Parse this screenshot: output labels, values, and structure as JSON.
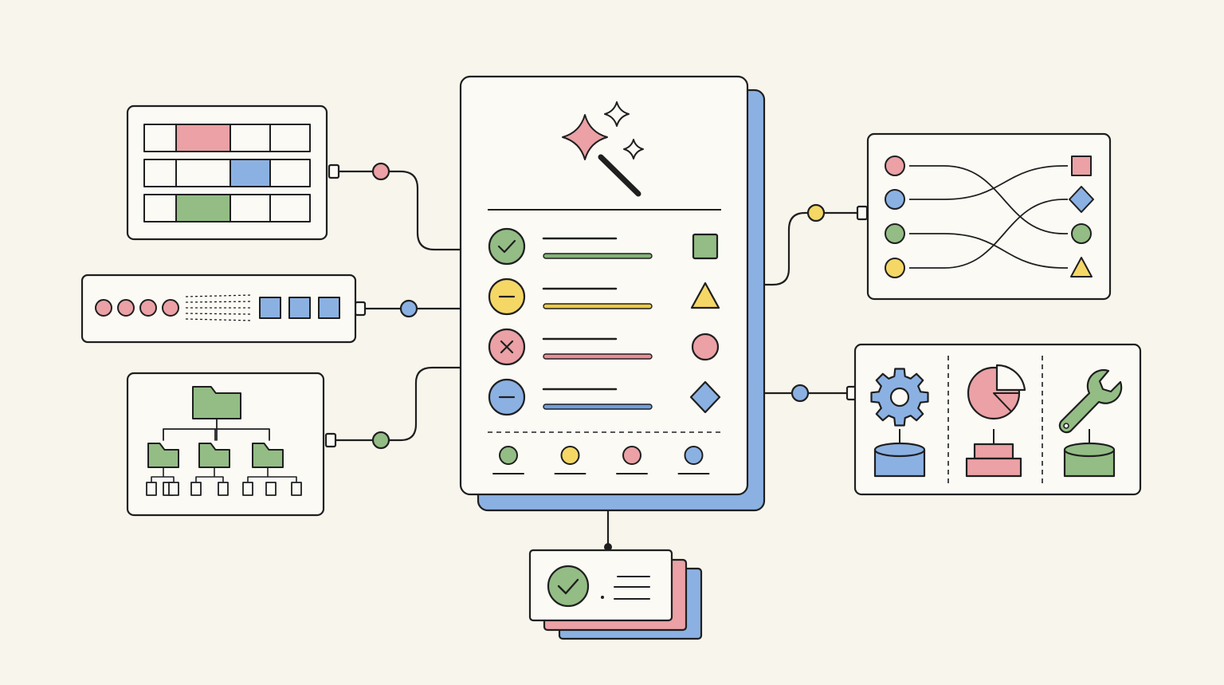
{
  "colors": {
    "background": "#f8f5ec",
    "ink": "#1f1f1f",
    "panel_fill": "#fbfaf5",
    "red": "#eba1a5",
    "green": "#93bd85",
    "blue": "#8bb1e3",
    "yellow": "#f5d766",
    "red_line": "#e98d93",
    "green_line": "#85b278",
    "blue_line": "#6f9fdc",
    "yellow_line": "#eccb45"
  },
  "icons": {
    "header": "magic-wand-sparkles-icon",
    "status_rows": [
      "check-icon",
      "minus-icon",
      "x-icon",
      "minus-icon"
    ],
    "shapes": [
      "square-icon",
      "triangle-icon",
      "circle-icon",
      "diamond-icon"
    ],
    "tools": [
      "gear-icon",
      "pie-chart-icon",
      "wrench-icon"
    ]
  },
  "central_panel": {
    "rows": [
      {
        "status": "check",
        "color": "green"
      },
      {
        "status": "minus",
        "color": "yellow"
      },
      {
        "status": "x",
        "color": "red"
      },
      {
        "status": "minus",
        "color": "blue"
      }
    ],
    "footer_dots": [
      "green",
      "yellow",
      "red",
      "blue"
    ]
  },
  "grid_panel": {
    "rows": 3,
    "columns": 4,
    "highlights": [
      {
        "row": 0,
        "col": 1,
        "color": "red"
      },
      {
        "row": 1,
        "col": 2,
        "color": "blue"
      },
      {
        "row": 2,
        "col": 1,
        "color": "green"
      }
    ]
  },
  "pipeline_panel": {
    "inputs": 4,
    "outputs": 3
  },
  "tree_panel": {
    "folders": 3,
    "leaves_per_folder": [
      3,
      2,
      3
    ]
  },
  "mapping_panel": {
    "left": [
      "red",
      "blue",
      "green",
      "yellow"
    ],
    "right": [
      {
        "shape": "square",
        "color": "red"
      },
      {
        "shape": "diamond",
        "color": "blue"
      },
      {
        "shape": "circle",
        "color": "green"
      },
      {
        "shape": "triangle",
        "color": "yellow"
      }
    ],
    "links": [
      [
        0,
        2
      ],
      [
        1,
        0
      ],
      [
        2,
        3
      ],
      [
        3,
        1
      ]
    ]
  },
  "tools_panel": {
    "tools": [
      {
        "icon": "gear",
        "color": "blue",
        "base": "cylinder"
      },
      {
        "icon": "pie",
        "color": "red",
        "base": "stack"
      },
      {
        "icon": "wrench",
        "color": "green",
        "base": "cylinder"
      }
    ]
  },
  "connectors": [
    {
      "from": "grid-panel",
      "to": "central-panel",
      "color": "red"
    },
    {
      "from": "pipeline-panel",
      "to": "central-panel",
      "color": "blue"
    },
    {
      "from": "tree-panel",
      "to": "central-panel",
      "color": "green"
    },
    {
      "from": "central-panel",
      "to": "mapping-panel",
      "color": "yellow"
    },
    {
      "from": "central-panel",
      "to": "tools-panel",
      "color": "blue"
    },
    {
      "from": "central-panel",
      "to": "result-cards",
      "color": "ink"
    }
  ],
  "result_stack": {
    "cards": [
      "blue",
      "red",
      "white"
    ],
    "status": "check",
    "color": "green"
  }
}
